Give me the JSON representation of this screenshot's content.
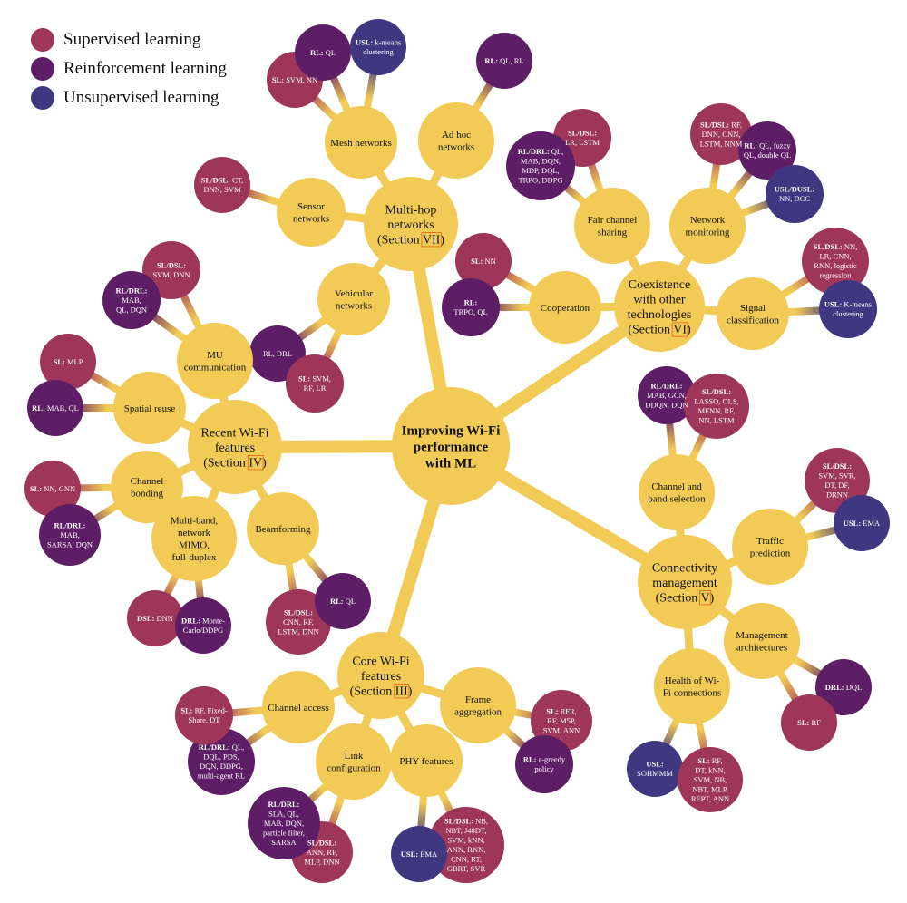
{
  "colors": {
    "yellow": "#F1CB56",
    "supervised": "#9E3659",
    "reinforcement": "#5E1E66",
    "unsupervised": "#3F3880",
    "section_box": "#E8702A"
  },
  "legend": [
    {
      "label": "Supervised learning",
      "category": "supervised"
    },
    {
      "label": "Reinforcement learning",
      "category": "reinforcement"
    },
    {
      "label": "Unsupervised learning",
      "category": "unsupervised"
    }
  ],
  "root": {
    "id": "root",
    "lines": [
      "Improving Wi-Fi",
      "performance",
      "with ML"
    ]
  },
  "sections": [
    {
      "id": "s7",
      "lines": [
        "Multi-hop",
        "networks"
      ],
      "section_word": "(Section ",
      "numeral": "VII",
      "close": ")",
      "children": [
        {
          "id": "mesh",
          "lines": [
            "Mesh networks"
          ],
          "leaves": [
            {
              "id": "mesh1",
              "category": "supervised",
              "lines": [
                "SL: SVM, NN"
              ]
            },
            {
              "id": "mesh2",
              "category": "reinforcement",
              "lines": [
                "RL: QL"
              ]
            },
            {
              "id": "mesh3",
              "category": "unsupervised",
              "lines": [
                "USL: k-means",
                "clustering"
              ]
            }
          ]
        },
        {
          "id": "adhoc",
          "lines": [
            "Ad hoc",
            "networks"
          ],
          "leaves": [
            {
              "id": "adhoc1",
              "category": "reinforcement",
              "lines": [
                "RL: QL, RL"
              ]
            }
          ]
        },
        {
          "id": "sensor",
          "lines": [
            "Sensor",
            "networks"
          ],
          "leaves": [
            {
              "id": "sensor1",
              "category": "supervised",
              "lines": [
                "SL/DSL: CT,",
                "DNN, SVM"
              ]
            }
          ]
        },
        {
          "id": "vehic",
          "lines": [
            "Vehicular",
            "networks"
          ],
          "leaves": [
            {
              "id": "vehic1",
              "category": "reinforcement",
              "lines": [
                "RL, DRL"
              ]
            },
            {
              "id": "vehic2",
              "category": "supervised",
              "lines": [
                "SL: SVM,",
                "RF, LR"
              ]
            }
          ]
        }
      ]
    },
    {
      "id": "s6",
      "lines": [
        "Coexistence",
        "with other",
        "technologies"
      ],
      "section_word": "(Section ",
      "numeral": "VI",
      "close": ")",
      "children": [
        {
          "id": "fair",
          "lines": [
            "Fair channel",
            "sharing"
          ],
          "leaves": [
            {
              "id": "fair1",
              "category": "supervised",
              "lines": [
                "SL/DSL:",
                "LR, LSTM"
              ]
            },
            {
              "id": "fair2",
              "category": "reinforcement",
              "lines": [
                "RL/DRL: QL,",
                "MAB, DQN,",
                "MDP, DQL,",
                "TRPO, DDPG"
              ]
            }
          ]
        },
        {
          "id": "netmon",
          "lines": [
            "Network",
            "monitoring"
          ],
          "leaves": [
            {
              "id": "netmon1",
              "category": "supervised",
              "lines": [
                "SL/DSL: RF,",
                "DNN, CNN,",
                "LSTM, NNM"
              ]
            },
            {
              "id": "netmon2",
              "category": "reinforcement",
              "lines": [
                "RL: QL, fuzzy",
                "QL, double QL"
              ]
            },
            {
              "id": "netmon3",
              "category": "unsupervised",
              "lines": [
                "USL/DUSL:",
                "NN, DCC"
              ]
            }
          ]
        },
        {
          "id": "coop",
          "lines": [
            "Cooperation"
          ],
          "leaves": [
            {
              "id": "coop1",
              "category": "supervised",
              "lines": [
                "SL: NN"
              ]
            },
            {
              "id": "coop2",
              "category": "reinforcement",
              "lines": [
                "RL:",
                "TRPO, QL"
              ]
            }
          ]
        },
        {
          "id": "sigcls",
          "lines": [
            "Signal",
            "classification"
          ],
          "leaves": [
            {
              "id": "sigcls1",
              "category": "supervised",
              "lines": [
                "SL/DSL: NN,",
                "LR, CNN,",
                "RNN, logistic",
                "regression"
              ]
            },
            {
              "id": "sigcls2",
              "category": "unsupervised",
              "lines": [
                "USL: K-means",
                "clustering"
              ]
            }
          ]
        }
      ]
    },
    {
      "id": "s5",
      "lines": [
        "Connectivity",
        "management"
      ],
      "section_word": "(Section ",
      "numeral": "V",
      "close": ")",
      "children": [
        {
          "id": "chband",
          "lines": [
            "Channel and",
            "band selection"
          ],
          "leaves": [
            {
              "id": "chband1",
              "category": "reinforcement",
              "lines": [
                "RL/DRL:",
                "MAB, GCN,",
                "DDQN, DQN"
              ]
            },
            {
              "id": "chband2",
              "category": "supervised",
              "lines": [
                "SL/DSL:",
                "LASSO, OLS,",
                "MFNN, RF,",
                "NN, LSTM"
              ]
            }
          ]
        },
        {
          "id": "traffic",
          "lines": [
            "Traffic",
            "prediction"
          ],
          "leaves": [
            {
              "id": "traffic1",
              "category": "supervised",
              "lines": [
                "SL/DSL:",
                "SVM, SVR,",
                "DT, DF,",
                "DRNN"
              ]
            },
            {
              "id": "traffic2",
              "category": "unsupervised",
              "lines": [
                "USL: EMA"
              ]
            }
          ]
        },
        {
          "id": "mgmt",
          "lines": [
            "Management",
            "architectures"
          ],
          "leaves": [
            {
              "id": "mgmt1",
              "category": "reinforcement",
              "lines": [
                "DRL: DQL"
              ]
            },
            {
              "id": "mgmt2",
              "category": "supervised",
              "lines": [
                "SL: RF"
              ]
            }
          ]
        },
        {
          "id": "health",
          "lines": [
            "Health of Wi-",
            "Fi connections"
          ],
          "leaves": [
            {
              "id": "health1",
              "category": "unsupervised",
              "lines": [
                "USL:",
                "SOHMMM"
              ]
            },
            {
              "id": "health2",
              "category": "supervised",
              "lines": [
                "SL: RF,",
                "DT, kNN,",
                "SVM, NB,",
                "NBT, MLP,",
                "REPT, ANN"
              ]
            }
          ]
        }
      ]
    },
    {
      "id": "s3",
      "lines": [
        "Core Wi-Fi",
        "features"
      ],
      "section_word": "(Section ",
      "numeral": "III",
      "close": ")",
      "children": [
        {
          "id": "chacc",
          "lines": [
            "Channel access"
          ],
          "leaves": [
            {
              "id": "chacc2",
              "category": "reinforcement",
              "lines": [
                "RL/DRL: QL,",
                "DQL, PDS,",
                "DQN, DDPG,",
                "multi-agent RL"
              ]
            },
            {
              "id": "chacc1",
              "category": "supervised",
              "lines": [
                "SL: RF, Fixed-",
                "Share, DT"
              ]
            }
          ]
        },
        {
          "id": "frame",
          "lines": [
            "Frame",
            "aggregation"
          ],
          "leaves": [
            {
              "id": "frame1",
              "category": "supervised",
              "lines": [
                "SL: RFR,",
                "RF, M5P,",
                "SVM, ANN"
              ]
            },
            {
              "id": "frame2",
              "category": "reinforcement",
              "lines": [
                "RL: ε-greedy",
                "policy"
              ]
            }
          ]
        },
        {
          "id": "link",
          "lines": [
            "Link",
            "configuration"
          ],
          "leaves": [
            {
              "id": "link2",
              "category": "supervised",
              "lines": [
                "SL/DSL:",
                "ANN, RF,",
                "MLP, DNN"
              ]
            },
            {
              "id": "link1",
              "category": "reinforcement",
              "lines": [
                "RL/DRL:",
                "SLA, QL,",
                "MAB, DQN,",
                "particle filter,",
                "SARSA"
              ]
            }
          ]
        },
        {
          "id": "phy",
          "lines": [
            "PHY features"
          ],
          "leaves": [
            {
              "id": "phy2",
              "category": "supervised",
              "lines": [
                "SL/DSL: NB,",
                "NBT, J48DT,",
                "SVM, kNN,",
                "ANN, RNN,",
                "CNN, RT,",
                "GBRT, SVR"
              ]
            },
            {
              "id": "phy1",
              "category": "unsupervised",
              "lines": [
                "USL: EMA"
              ]
            }
          ]
        }
      ]
    },
    {
      "id": "s4",
      "lines": [
        "Recent Wi-Fi",
        "features"
      ],
      "section_word": "(Section ",
      "numeral": "IV",
      "close": ")",
      "children": [
        {
          "id": "mu",
          "lines": [
            "MU",
            "communication"
          ],
          "leaves": [
            {
              "id": "mu1",
              "category": "supervised",
              "lines": [
                "SL/DSL:",
                "SVM, DNN"
              ]
            },
            {
              "id": "mu2",
              "category": "reinforcement",
              "lines": [
                "RL/DRL:",
                "MAB,",
                "QL, DQN"
              ]
            }
          ]
        },
        {
          "id": "spatial",
          "lines": [
            "Spatial reuse"
          ],
          "leaves": [
            {
              "id": "spatial1",
              "category": "supervised",
              "lines": [
                "SL: MLP"
              ]
            },
            {
              "id": "spatial2",
              "category": "reinforcement",
              "lines": [
                "RL: MAB, QL"
              ]
            }
          ]
        },
        {
          "id": "bond",
          "lines": [
            "Channel",
            "bonding"
          ],
          "leaves": [
            {
              "id": "bond1",
              "category": "supervised",
              "lines": [
                "SL: NN, GNN"
              ]
            },
            {
              "id": "bond2",
              "category": "reinforcement",
              "lines": [
                "RL/DRL:",
                "MAB,",
                "SARSA, DQN"
              ]
            }
          ]
        },
        {
          "id": "multiband",
          "lines": [
            "Multi-band,",
            "network",
            "MIMO,",
            "full-duplex"
          ],
          "leaves": [
            {
              "id": "multiband1",
              "category": "supervised",
              "lines": [
                "DSL: DNN"
              ]
            },
            {
              "id": "multiband2",
              "category": "reinforcement",
              "lines": [
                "DRL: Monte-",
                "Carlo/DDPG"
              ]
            }
          ]
        },
        {
          "id": "beam",
          "lines": [
            "Beamforming"
          ],
          "leaves": [
            {
              "id": "beam1",
              "category": "supervised",
              "lines": [
                "SL/DSL:",
                "CNN, RF,",
                "LSTM, DNN"
              ]
            },
            {
              "id": "beam2",
              "category": "reinforcement",
              "lines": [
                "RL: QL"
              ]
            }
          ]
        }
      ]
    }
  ]
}
